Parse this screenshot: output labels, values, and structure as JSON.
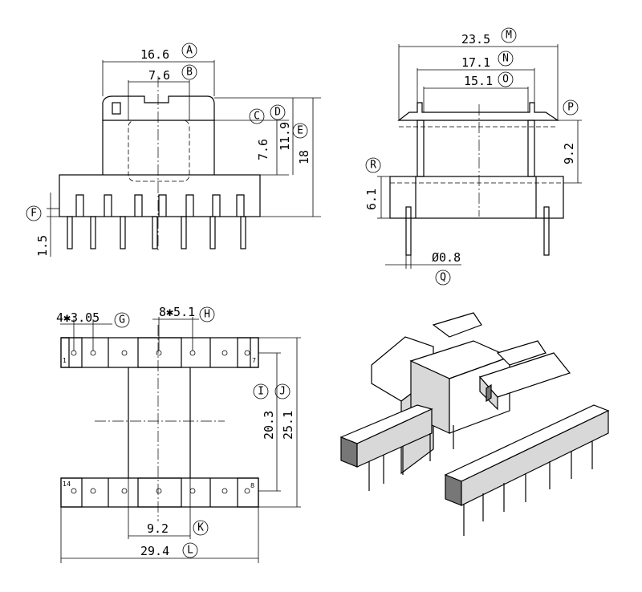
{
  "dimensions": {
    "A": "16.6",
    "B": "7.6",
    "C": "",
    "D": "11.9",
    "E": "18",
    "C_value": "7.6",
    "F": "",
    "F_value": "1.5",
    "M": "23.5",
    "N": "17.1",
    "O": "15.1",
    "P": "",
    "P_value": "9.2",
    "Q": "Ø0.8",
    "R": "",
    "R_value": "6.1",
    "G": "4✱3.05",
    "H": "8✱5.1",
    "I": "20.3",
    "J": "25.1",
    "K": "9.2",
    "L": "29.4"
  },
  "labels": [
    "A",
    "B",
    "C",
    "D",
    "E",
    "F",
    "M",
    "N",
    "O",
    "P",
    "Q",
    "R",
    "G",
    "H",
    "I",
    "J",
    "K",
    "L"
  ],
  "pins": {
    "p1": "1",
    "p7": "7",
    "p8": "8",
    "p14": "14"
  }
}
